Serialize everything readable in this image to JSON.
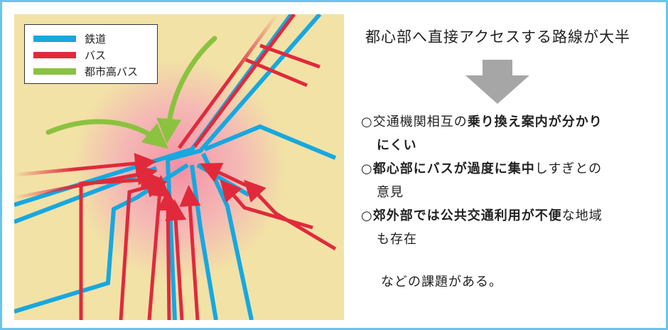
{
  "legend": {
    "items": [
      {
        "label": "鉄道",
        "color": "#16a8e0"
      },
      {
        "label": "バス",
        "color": "#e02a3c"
      },
      {
        "label": "都市高バス",
        "color": "#8bc23f"
      }
    ]
  },
  "heading": "都心部へ直接アクセスする路線が大半",
  "issues": [
    {
      "mark": "○",
      "parts": [
        {
          "text": "交通機関相互の",
          "bold": false
        },
        {
          "text": "乗り換え案内が分かり",
          "bold": true
        }
      ],
      "cont": [
        {
          "text": "にくい",
          "bold": true
        }
      ]
    },
    {
      "mark": "○",
      "parts": [
        {
          "text": "都心部にバスが過度に集中",
          "bold": true
        },
        {
          "text": "しすぎとの",
          "bold": false
        }
      ],
      "cont": [
        {
          "text": "意見",
          "bold": false
        }
      ]
    },
    {
      "mark": "○",
      "parts": [
        {
          "text": "郊外部では公共交通利用が不便",
          "bold": true
        },
        {
          "text": "な地域",
          "bold": false
        }
      ],
      "cont": [
        {
          "text": "も存在",
          "bold": false
        }
      ]
    }
  ],
  "footer": "などの課題がある。",
  "colors": {
    "frame": "#6cc4ea",
    "map_background": "#f2e2a6",
    "center_glow": "#f08aa6",
    "arrow": "#a6a6a6"
  }
}
